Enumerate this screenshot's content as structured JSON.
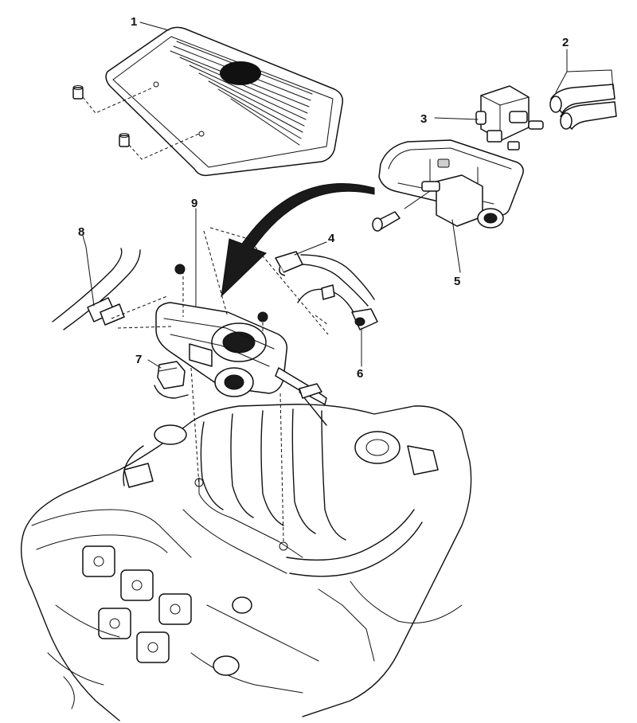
{
  "callouts": {
    "c1": "1",
    "c2": "2",
    "c3": "3",
    "c4": "4",
    "c5": "5",
    "c6": "6",
    "c7": "7",
    "c8": "8",
    "c9": "9"
  },
  "colors": {
    "ink": "#111111",
    "paper": "#ffffff",
    "arrow": "#1a1a1a"
  }
}
